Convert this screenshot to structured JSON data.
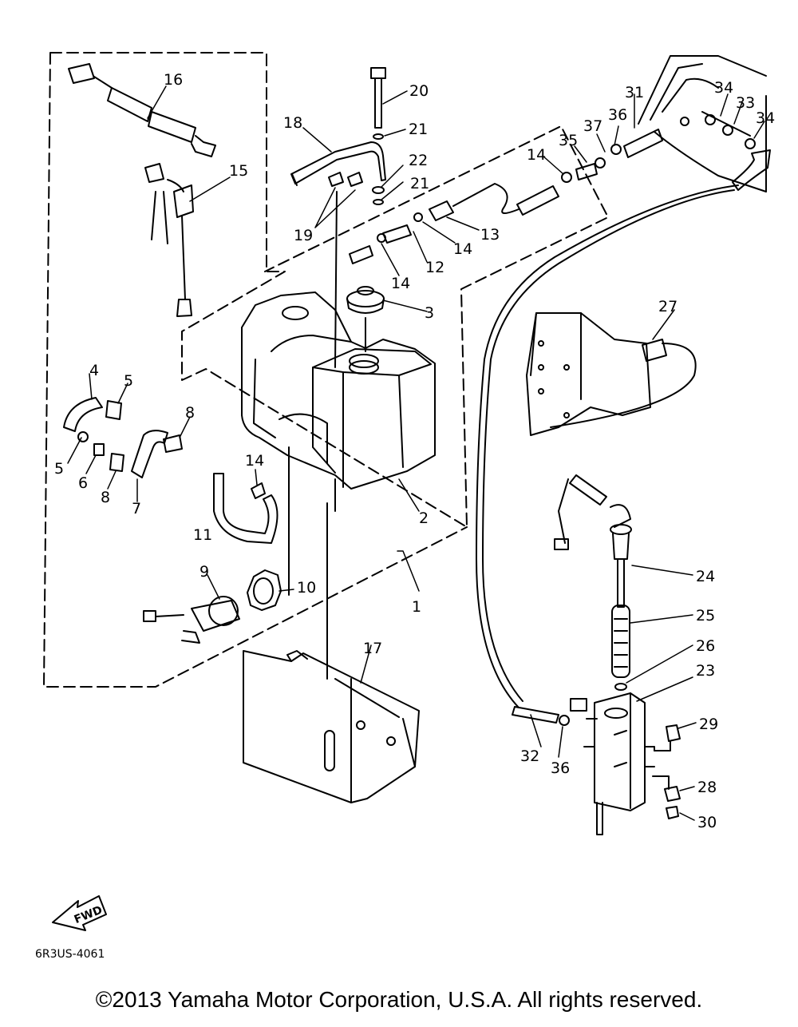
{
  "diagram": {
    "parts": [
      {
        "id": "p1",
        "number": "1"
      },
      {
        "id": "p2",
        "number": "2"
      },
      {
        "id": "p3",
        "number": "3"
      },
      {
        "id": "p4",
        "number": "4"
      },
      {
        "id": "p5a",
        "number": "5"
      },
      {
        "id": "p5b",
        "number": "5"
      },
      {
        "id": "p6",
        "number": "6"
      },
      {
        "id": "p7",
        "number": "7"
      },
      {
        "id": "p8a",
        "number": "8"
      },
      {
        "id": "p8b",
        "number": "8"
      },
      {
        "id": "p9",
        "number": "9"
      },
      {
        "id": "p10",
        "number": "10"
      },
      {
        "id": "p11",
        "number": "11"
      },
      {
        "id": "p12",
        "number": "12"
      },
      {
        "id": "p13",
        "number": "13"
      },
      {
        "id": "p14a",
        "number": "14"
      },
      {
        "id": "p14b",
        "number": "14"
      },
      {
        "id": "p14c",
        "number": "14"
      },
      {
        "id": "p14d",
        "number": "14"
      },
      {
        "id": "p15",
        "number": "15"
      },
      {
        "id": "p16",
        "number": "16"
      },
      {
        "id": "p17",
        "number": "17"
      },
      {
        "id": "p18",
        "number": "18"
      },
      {
        "id": "p19",
        "number": "19"
      },
      {
        "id": "p20",
        "number": "20"
      },
      {
        "id": "p21a",
        "number": "21"
      },
      {
        "id": "p21b",
        "number": "21"
      },
      {
        "id": "p22",
        "number": "22"
      },
      {
        "id": "p23",
        "number": "23"
      },
      {
        "id": "p24",
        "number": "24"
      },
      {
        "id": "p25",
        "number": "25"
      },
      {
        "id": "p26",
        "number": "26"
      },
      {
        "id": "p27",
        "number": "27"
      },
      {
        "id": "p28",
        "number": "28"
      },
      {
        "id": "p29",
        "number": "29"
      },
      {
        "id": "p30",
        "number": "30"
      },
      {
        "id": "p31",
        "number": "31"
      },
      {
        "id": "p32",
        "number": "32"
      },
      {
        "id": "p33",
        "number": "33"
      },
      {
        "id": "p34a",
        "number": "34"
      },
      {
        "id": "p34b",
        "number": "34"
      },
      {
        "id": "p35",
        "number": "35"
      },
      {
        "id": "p36a",
        "number": "36"
      },
      {
        "id": "p36b",
        "number": "36"
      },
      {
        "id": "p37",
        "number": "37"
      }
    ],
    "fwd_label": "FWD",
    "diagram_code": "6R3US-4061"
  },
  "footer": {
    "copyright": "©2013 Yamaha Motor Corporation, U.S.A. All rights reserved."
  }
}
